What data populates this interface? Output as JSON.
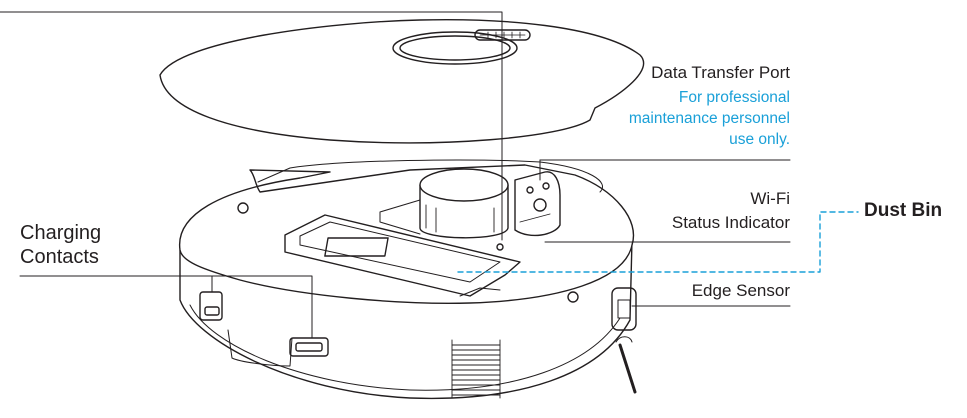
{
  "labels": {
    "data_transfer_port": "Data Transfer Port",
    "data_transfer_note_1": "For professional",
    "data_transfer_note_2": "maintenance personnel",
    "data_transfer_note_3": "use only.",
    "wifi_line_1": "Wi-Fi",
    "wifi_line_2": "Status Indicator",
    "dust_bin": "Dust Bin",
    "charging_line_1": "Charging",
    "charging_line_2": "Contacts",
    "edge_sensor": "Edge Sensor"
  },
  "colors": {
    "line": "#231f20",
    "note_text": "#1aa0d8",
    "dust_bin_dash": "#1aa0d8"
  }
}
